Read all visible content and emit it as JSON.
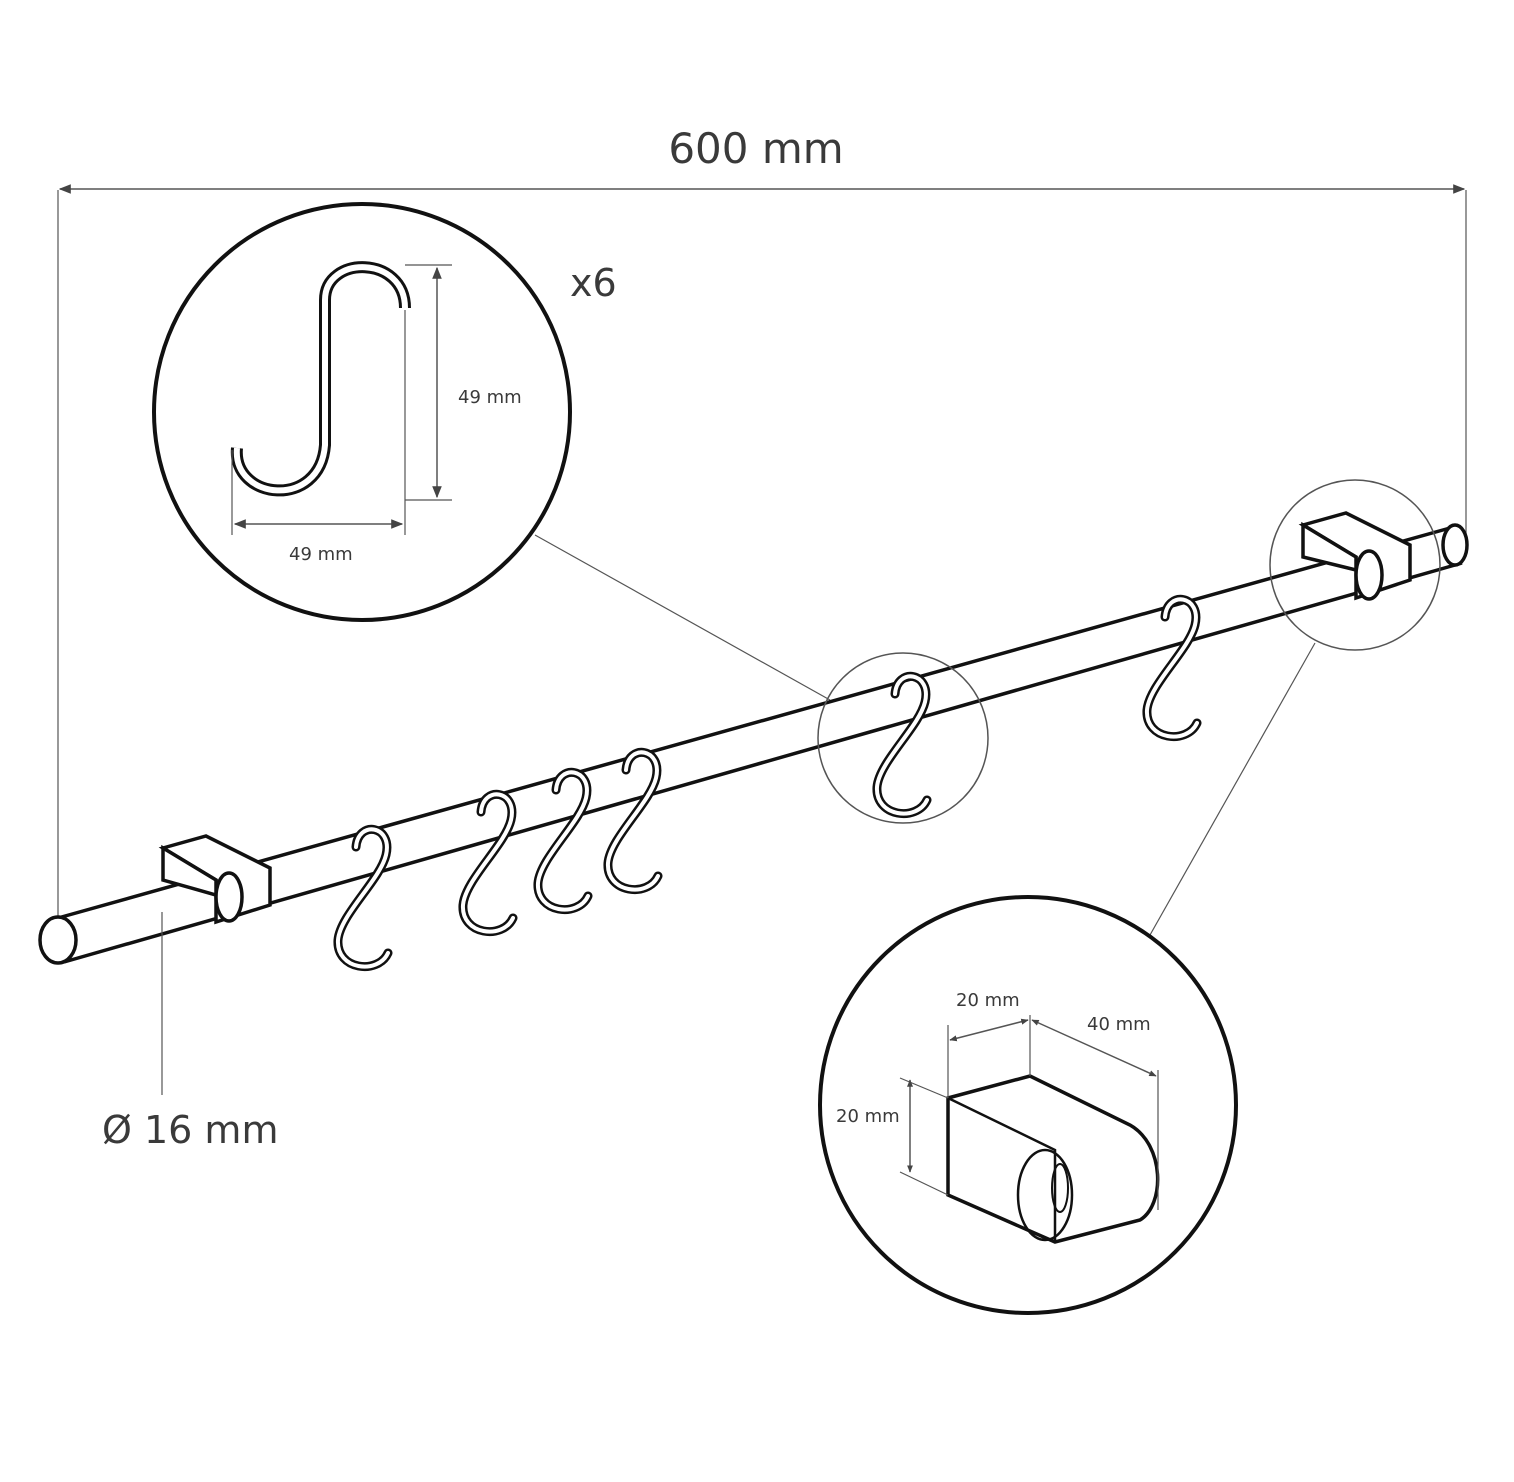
{
  "title": "Kitchen rail with S-hooks dimension drawing",
  "dimensions": {
    "length": "600 mm",
    "diameter": "Ø 16 mm",
    "hook_quantity": "x6",
    "hook_height": "49 mm",
    "hook_width": "49 mm",
    "bracket_width": "20 mm",
    "bracket_depth": "40 mm",
    "bracket_height": "20 mm"
  }
}
